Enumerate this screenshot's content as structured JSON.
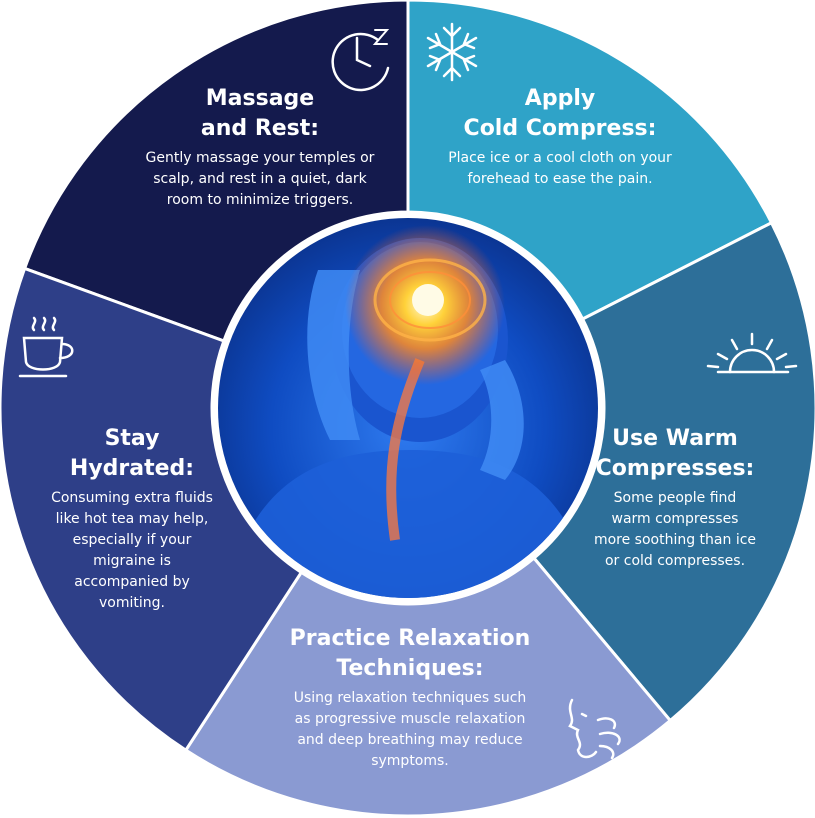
{
  "colors": {
    "massage": "#141a4d",
    "cold": "#2fa3c8",
    "warm": "#2d6f99",
    "relax": "#8a9ad2",
    "hydrate": "#2e3f88",
    "text": "#ffffff",
    "center_bg": "#0b3d9c"
  },
  "icons": {
    "massage": "clock-sleep-icon",
    "cold": "snowflake-icon",
    "warm": "sunrise-icon",
    "hydrate": "hot-cup-icon",
    "relax": "breathing-face-icon",
    "center": "headache-brain-illustration"
  },
  "sections": {
    "massage": {
      "title_l1": "Massage",
      "title_l2": "and Rest:",
      "desc_l1": "Gently massage your temples or",
      "desc_l2": "scalp, and rest in a quiet, dark",
      "desc_l3": "room to minimize triggers."
    },
    "cold": {
      "title_l1": "Apply",
      "title_l2": "Cold Compress:",
      "desc_l1": "Place ice or a cool cloth on your",
      "desc_l2": "forehead to ease the pain."
    },
    "warm": {
      "title_l1": "Use Warm",
      "title_l2": "Compresses:",
      "desc_l1": "Some people find",
      "desc_l2": "warm compresses",
      "desc_l3": "more soothing than ice",
      "desc_l4": "or cold compresses."
    },
    "hydrate": {
      "title_l1": "Stay",
      "title_l2": "Hydrated:",
      "desc_l1": "Consuming extra fluids",
      "desc_l2": "like hot tea may help,",
      "desc_l3": "especially if your",
      "desc_l4": "migraine is",
      "desc_l5": "accompanied by",
      "desc_l6": "vomiting."
    },
    "relax": {
      "title_l1": "Practice Relaxation",
      "title_l2": "Techniques:",
      "desc_l1": "Using relaxation techniques such",
      "desc_l2": "as progressive muscle relaxation",
      "desc_l3": "and deep breathing may reduce",
      "desc_l4": "symptoms."
    }
  }
}
